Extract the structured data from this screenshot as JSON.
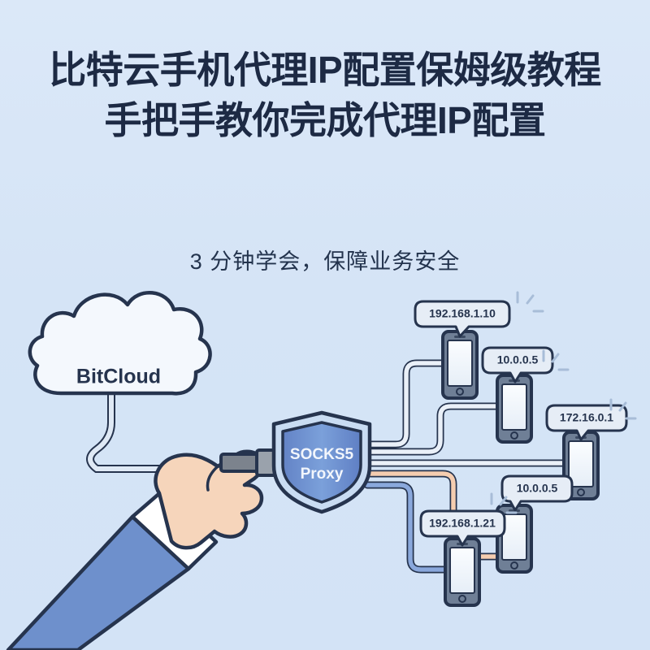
{
  "poster": {
    "background_color": "#d7e5f6",
    "ink_color": "#26344e",
    "title_line_1": "比特云手机代理IP配置保姆级教程",
    "title_line_2": "手把手教你完成代理IP配置",
    "subtitle": "3 分钟学会，保障业务安全"
  },
  "cloud": {
    "label": "BitCloud",
    "fill_color": "#f4f8fd"
  },
  "shield": {
    "label_line_1": "SOCKS5",
    "label_line_2": "Proxy",
    "fill_color": "#6b8fd0",
    "outer_color": "#c9dcf2"
  },
  "connector": {
    "name": "usb-plug",
    "body_color": "#7c838d",
    "tip_color": "#e9eef5"
  },
  "hand": {
    "skin_color": "#f6d5bb",
    "sleeve_color": "#6e90cc",
    "cuff_color": "#ffffff"
  },
  "devices": [
    {
      "id": "phone-1",
      "ip_label": "192.168.1.10",
      "cable_color": "#e8eef6"
    },
    {
      "id": "phone-2",
      "ip_label": "10.0.0.5",
      "cable_color": "#e8eef6"
    },
    {
      "id": "phone-3",
      "ip_label": "172.16.0.1",
      "cable_color": "#e8eef6"
    },
    {
      "id": "phone-4",
      "ip_label": "10.0.0.5",
      "cable_color": "#f5cdb0"
    },
    {
      "id": "phone-5",
      "ip_label": "192.168.1.21",
      "cable_color": "#8aa8dc"
    }
  ],
  "phone_style": {
    "body_color": "#6f7f96",
    "screen_color": "#f2f6fb"
  },
  "bubble_style": {
    "fill_color": "#e6edf6",
    "text_color": "#26344e"
  }
}
